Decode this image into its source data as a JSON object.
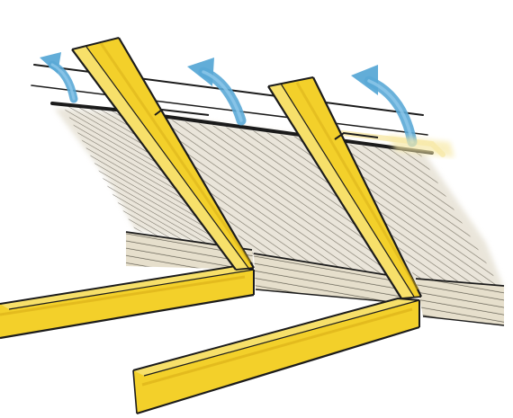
{
  "illustration": {
    "subject": "",
    "colors": {
      "lumber": "#f3d02a",
      "lumber_shadow": "#d8ae17",
      "outline": "#1b1b1b",
      "insulation_fill": "#d9d1bd",
      "insulation_hatch": "#5a5547",
      "airflow_arrow": "#5aa9d6",
      "roof_edge": "#f7e9a8",
      "background": "#ffffff"
    },
    "icons": {
      "airflow": "curved-arrow-up-right"
    },
    "airflow_arrow_count": 3,
    "rafter_count": 2,
    "joist_count": 2
  }
}
